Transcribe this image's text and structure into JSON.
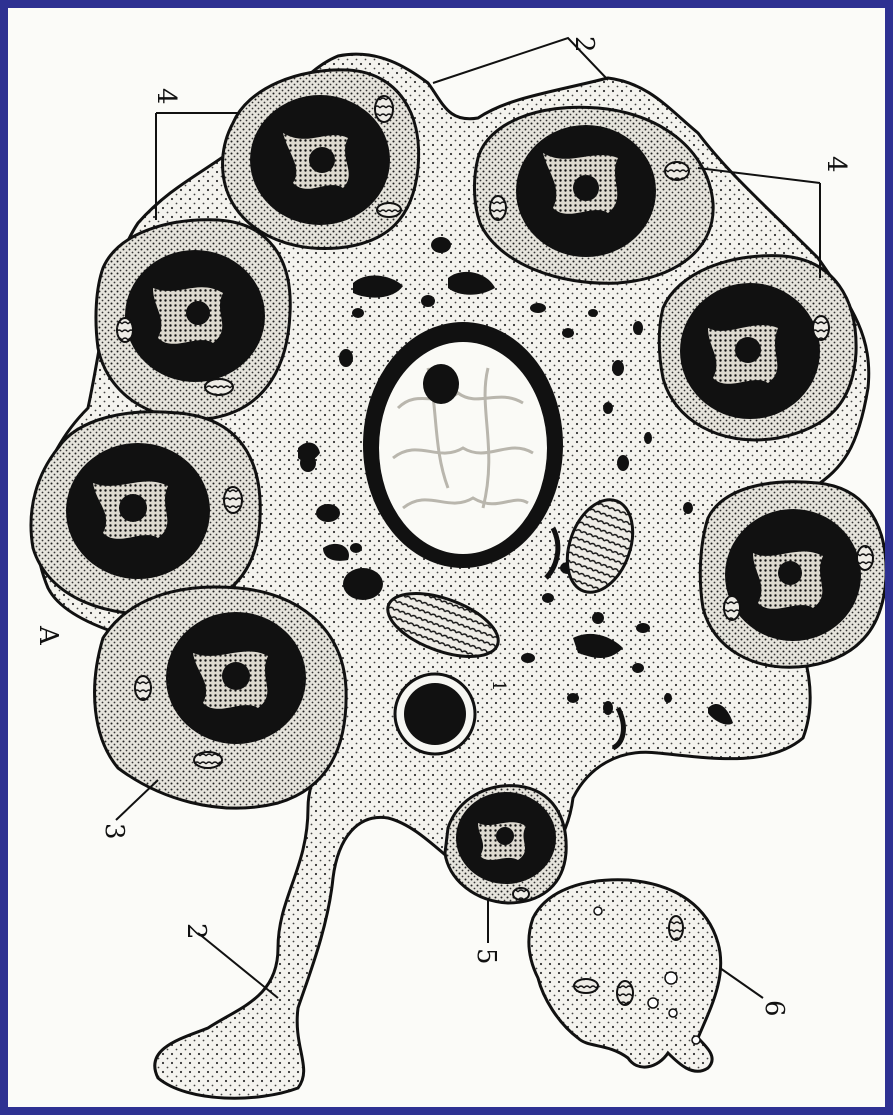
{
  "figure": {
    "frame_color": "#2e3192",
    "ink_color": "#111111",
    "labels": {
      "macrophage_process_top": "2",
      "macrophage_process_bottom": "2",
      "erythroblast_left_group": "4",
      "erythroblast_right_group": "4",
      "side_letter": "A",
      "nucleus": "1",
      "label_3": "3",
      "label_5": "5",
      "label_6": "6"
    }
  }
}
